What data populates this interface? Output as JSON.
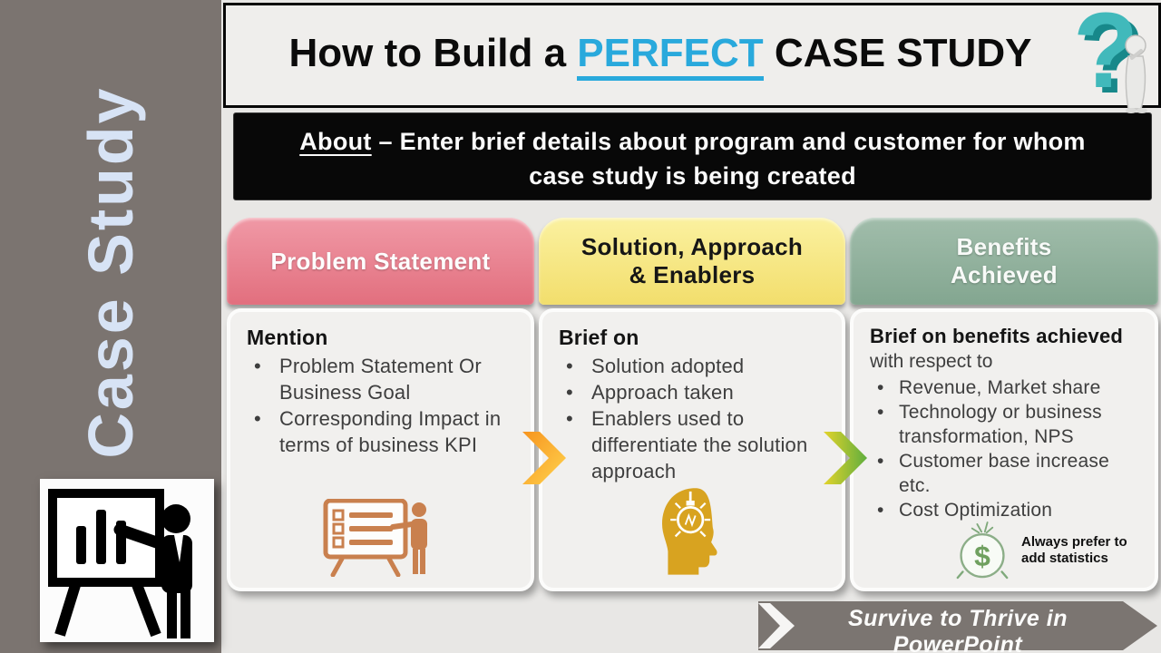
{
  "slide": {
    "sidebar_label": "Case Study",
    "title": {
      "prefix": "How to Build a ",
      "highlight": "PERFECT",
      "suffix": " CASE STUDY"
    },
    "about": {
      "label": "About",
      "line1_rest": " – Enter brief details about program and customer for whom",
      "line2": "case study is being created"
    },
    "columns": [
      {
        "header": "Problem Statement",
        "intro_bold": "Mention",
        "intro_rest": "",
        "bullets": [
          "Problem Statement Or Business Goal",
          "Corresponding Impact in terms of business KPI"
        ],
        "icon": "presenter-checklist-icon"
      },
      {
        "header": "Solution, Approach & Enablers",
        "intro_bold": "Brief on",
        "intro_rest": "",
        "bullets": [
          "Solution adopted",
          "Approach taken",
          "Enablers used to differentiate the solution approach"
        ],
        "icon": "idea-head-bulb-icon"
      },
      {
        "header": "Benefits Achieved",
        "intro_bold": "Brief on benefits achieved",
        "intro_rest": "with respect to",
        "bullets": [
          "Revenue, Market share",
          "Technology or business transformation, NPS",
          "Customer base increase etc.",
          "Cost Optimization"
        ],
        "icon": "money-bag-icon",
        "note": "Always prefer to add statistics"
      }
    ],
    "footer_banner": "Survive to Thrive  in PowerPoint",
    "decor": {
      "question_glyph": "?",
      "dollar_glyph": "$"
    },
    "colors": {
      "accent_cyan": "#29A9DC",
      "header_pink": "#E87C8C",
      "header_yellow": "#F6E87D",
      "header_green": "#8FAF9B",
      "sidebar_gray": "#7B7470",
      "banner_gray": "#7B7571",
      "arrow_orange": "#F7941E",
      "arrow_yellow": "#FFD34E",
      "arrow_green": "#5FAE3E",
      "icon_orange": "#C9804E",
      "icon_gold": "#D8A320",
      "icon_money_green": "#6FA05F",
      "qmark_teal": "#41B9BB"
    }
  }
}
